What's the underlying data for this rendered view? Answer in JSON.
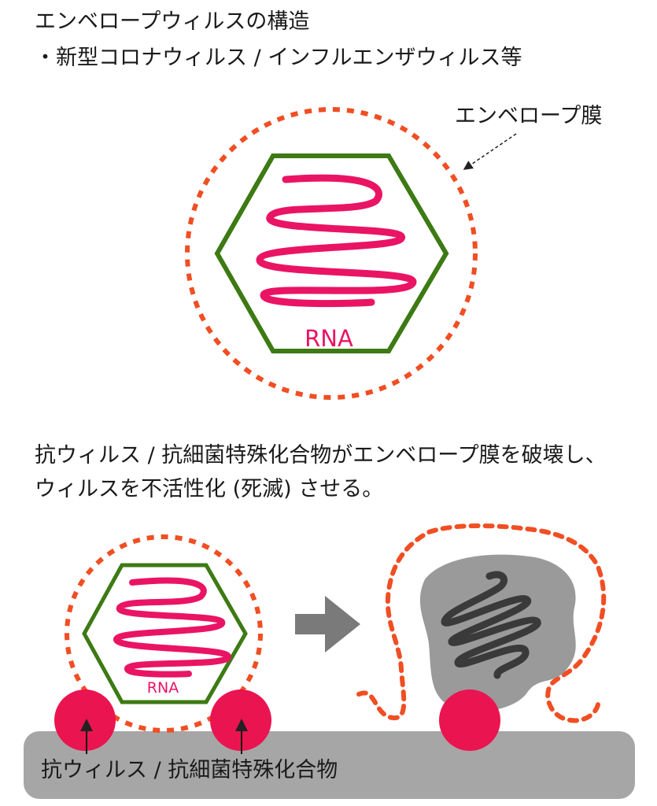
{
  "header": {
    "title": "エンベロープウィルスの構造",
    "subtitle": "・新型コロナウィルス / インフルエンザウィルス等"
  },
  "structure": {
    "envelope_label": "エンベロープ膜",
    "rna_label": "RNA"
  },
  "explanation": {
    "line1": "抗ウィルス / 抗細菌特殊化合物がエンベロープ膜を破壊し、",
    "line2": "ウィルスを不活性化 (死滅) させる。"
  },
  "process": {
    "rna_label": "RNA",
    "compound_label": "抗ウィルス / 抗細菌特殊化合物"
  },
  "colors": {
    "envelope": "#f04e23",
    "capsid": "#3d7a14",
    "rna": "#ea1464",
    "compound": "#ea1450",
    "surface": "#a6a6a6",
    "damaged_virus": "#9a9a9a",
    "damaged_rna": "#3a3a3a",
    "arrow": "#7a7a7a"
  }
}
